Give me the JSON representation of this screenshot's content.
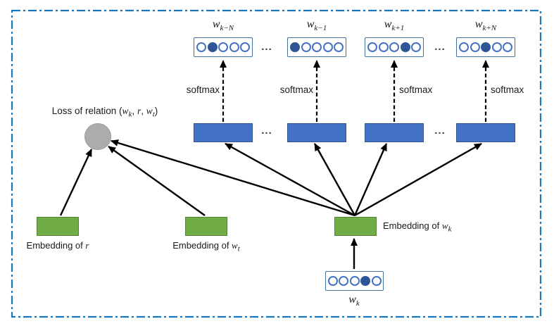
{
  "colors": {
    "frame": "#1878BE",
    "blue_fill": "#4472C4",
    "blue_stroke": "#2F528F",
    "vecbox_stroke": "#41719C",
    "cell_stroke": "#4472C4",
    "cell_fill": "#2E5597",
    "green_fill": "#70AD47",
    "green_stroke": "#548235",
    "gray_fill": "#ACACAC",
    "gray_stroke": "#9A9A9A",
    "arrow": "#000000"
  },
  "diagram": {
    "loss_label": [
      {
        "t": "text",
        "v": "Loss of relation ("
      },
      {
        "t": "i",
        "v": "w"
      },
      {
        "t": "sub",
        "v": "k"
      },
      {
        "t": "text",
        "v": ", "
      },
      {
        "t": "i",
        "v": "r"
      },
      {
        "t": "text",
        "v": ", "
      },
      {
        "t": "i",
        "v": "w"
      },
      {
        "t": "sub",
        "v": "t"
      },
      {
        "t": "text",
        "v": ")"
      }
    ],
    "softmax": "softmax",
    "dots": "...",
    "columns": [
      {
        "word": [
          {
            "t": "i",
            "v": "w"
          },
          {
            "t": "sub",
            "v": "k−N"
          }
        ],
        "pattern": [
          0,
          1,
          0,
          0,
          0
        ]
      },
      {
        "word": [
          {
            "t": "i",
            "v": "w"
          },
          {
            "t": "sub",
            "v": "k−1"
          }
        ],
        "pattern": [
          1,
          0,
          0,
          0,
          0
        ]
      },
      {
        "word": [
          {
            "t": "i",
            "v": "w"
          },
          {
            "t": "sub",
            "v": "k+1"
          }
        ],
        "pattern": [
          0,
          0,
          0,
          1,
          0
        ]
      },
      {
        "word": [
          {
            "t": "i",
            "v": "w"
          },
          {
            "t": "sub",
            "v": "k+N"
          }
        ],
        "pattern": [
          0,
          0,
          1,
          0,
          0
        ]
      }
    ],
    "embedding_r_label": [
      {
        "t": "text",
        "v": "Embedding of "
      },
      {
        "t": "i",
        "v": "r"
      }
    ],
    "embedding_wt_label": [
      {
        "t": "text",
        "v": "Embedding of "
      },
      {
        "t": "i",
        "v": "w"
      },
      {
        "t": "sub",
        "v": "t"
      }
    ],
    "embedding_wk_label": [
      {
        "t": "text",
        "v": "Embedding of "
      },
      {
        "t": "i",
        "v": "w"
      },
      {
        "t": "sub",
        "v": "k"
      }
    ],
    "input_word": [
      {
        "t": "i",
        "v": "w"
      },
      {
        "t": "sub",
        "v": "k"
      }
    ],
    "input_pattern": [
      0,
      0,
      0,
      1,
      0
    ]
  }
}
